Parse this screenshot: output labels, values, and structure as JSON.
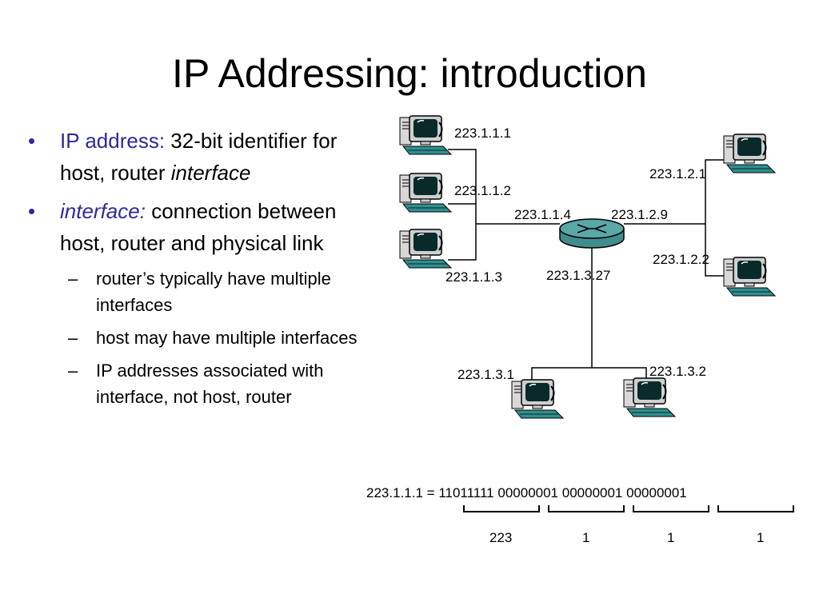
{
  "slide": {
    "title": "IP Addressing: introduction"
  },
  "bullets": {
    "b1_term": "IP address:",
    "b1_text": "32-bit identifier for host, router",
    "b1_italic": "interface",
    "b2_term": "interface:",
    "b2_text": "connection between host, router and physical link",
    "sub1": "router’s typically have multiple interfaces",
    "sub2": "host may have multiple interfaces",
    "sub3": "IP addresses associated with interface, not host, router"
  },
  "diagram": {
    "labels": {
      "h1": "223.1.1.1",
      "h2": "223.1.1.2",
      "h3": "223.1.1.3",
      "r1": "223.1.1.4",
      "r2": "223.1.2.9",
      "r3": "223.1.3.27",
      "h4": "223.1.2.1",
      "h5": "223.1.2.2",
      "h6": "223.1.3.1",
      "h7": "223.1.3.2"
    },
    "binary": {
      "address": "223.1.1.1",
      "equals": "=",
      "octets": [
        "11011111",
        "00000001",
        "00000001",
        "00000001"
      ],
      "decimal": [
        "223",
        "1",
        "1",
        "1"
      ]
    },
    "colors": {
      "router": "#5aa7a7",
      "screen": "#0a2a2a",
      "monitor": "#cfcfcf",
      "keyboard": "#2f8f8f",
      "bullet_accent": "#2b2b9a"
    }
  }
}
